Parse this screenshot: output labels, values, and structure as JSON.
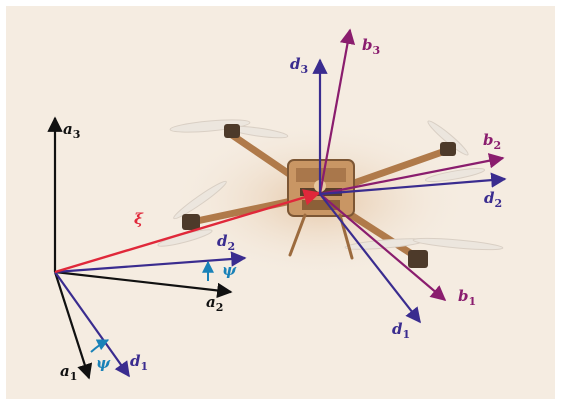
{
  "colors": {
    "panel": "#f5ece1",
    "inertial": "#111111",
    "body": "#8a1d6e",
    "intermediate": "#3a2c8f",
    "position": "#e0283a",
    "yaw": "#1a82b8"
  },
  "labels": {
    "a3": {
      "base": "a",
      "sub": "3"
    },
    "a2": {
      "base": "a",
      "sub": "2"
    },
    "a1": {
      "base": "a",
      "sub": "1"
    },
    "d1_left": {
      "base": "d",
      "sub": "1"
    },
    "d2_left": {
      "base": "d",
      "sub": "2"
    },
    "psi_top": {
      "base": "ψ",
      "sub": ""
    },
    "psi_bottom": {
      "base": "ψ",
      "sub": ""
    },
    "xi": {
      "base": "ξ",
      "sub": ""
    },
    "d3": {
      "base": "d",
      "sub": "3"
    },
    "b3": {
      "base": "b",
      "sub": "3"
    },
    "b2": {
      "base": "b",
      "sub": "2"
    },
    "d2_right": {
      "base": "d",
      "sub": "2"
    },
    "b1": {
      "base": "b",
      "sub": "1"
    },
    "d1_right": {
      "base": "d",
      "sub": "1"
    }
  },
  "icons": {
    "photo": "quadrotor-drone-photo"
  }
}
